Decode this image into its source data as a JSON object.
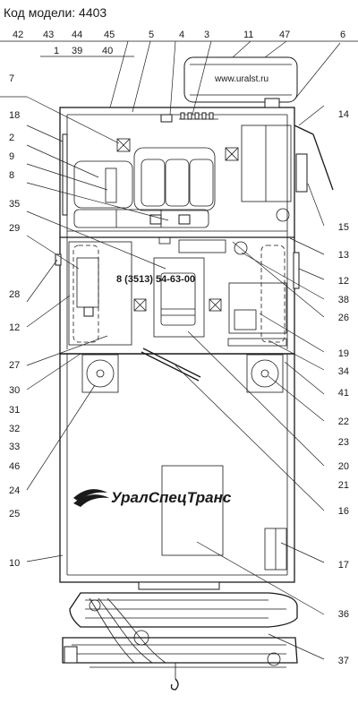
{
  "header": {
    "model_label": "Код модели: 4403"
  },
  "overlay": {
    "phone": "8 (3513) 54-63-00",
    "site": "www.uralst.ru",
    "brand": "УралСпецТранс"
  },
  "callouts": {
    "top_row1": [
      "42",
      "43",
      "44",
      "45",
      "5",
      "4",
      "3",
      "11",
      "47",
      "6"
    ],
    "top_row2": [
      "1",
      "39",
      "40"
    ],
    "left": [
      "7",
      "18",
      "2",
      "9",
      "8",
      "35",
      "29",
      "28",
      "12",
      "27",
      "30",
      "31",
      "32",
      "33",
      "46",
      "24",
      "25",
      "10"
    ],
    "right": [
      "14",
      "15",
      "13",
      "12",
      "38",
      "26",
      "19",
      "34",
      "41",
      "22",
      "23",
      "20",
      "21",
      "16",
      "17",
      "36",
      "37"
    ]
  }
}
